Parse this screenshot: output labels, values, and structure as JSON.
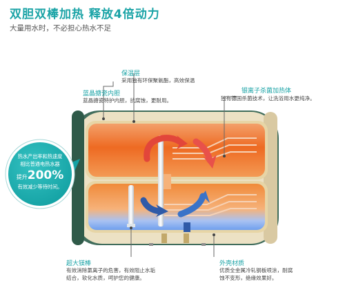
{
  "header": {
    "title": "双胆双棒加热  释放4倍动力",
    "subtitle": "大量用水时，不必担心热水不足"
  },
  "callouts": {
    "insulation": {
      "title": "保温层",
      "desc": "采用独有环保聚氨酯，高效保温"
    },
    "inner_tank": {
      "title": "蓝晶搪瓷内胆",
      "desc": "蓝晶搪瓷特护内胆，抗腐蚀，更耐用。"
    },
    "silver_ion": {
      "title": "银离子杀菌加热体",
      "desc": "独有德国杀菌技术，让洗浴用水更纯净。"
    },
    "magnesium": {
      "title": "超大镁棒",
      "desc_line1": "有效消除氯离子的危害，有效阻止水垢",
      "desc_line2": "结合，软化水质，呵护您的健康。"
    },
    "shell": {
      "title": "外壳材质",
      "desc_line1": "优质全金属冷轧钢板喷涂，耐腐",
      "desc_line2": "蚀不变形，绝缘效果好。"
    }
  },
  "bubble": {
    "line1": "热水产出率和热速度",
    "line2": "相比普通电热水器",
    "boost_prefix": "提升",
    "boost_value": "200%",
    "line3": "有效减少等待时间。"
  },
  "colors": {
    "accent": "#1aa3a6",
    "hot_water": "#f07a2c",
    "cold_water": "#7aa8f0",
    "arrow_red": "#e2463a",
    "arrow_blue": "#2f5aa8",
    "shell": "#e8dcc0",
    "shell_dark": "#365f4e"
  }
}
